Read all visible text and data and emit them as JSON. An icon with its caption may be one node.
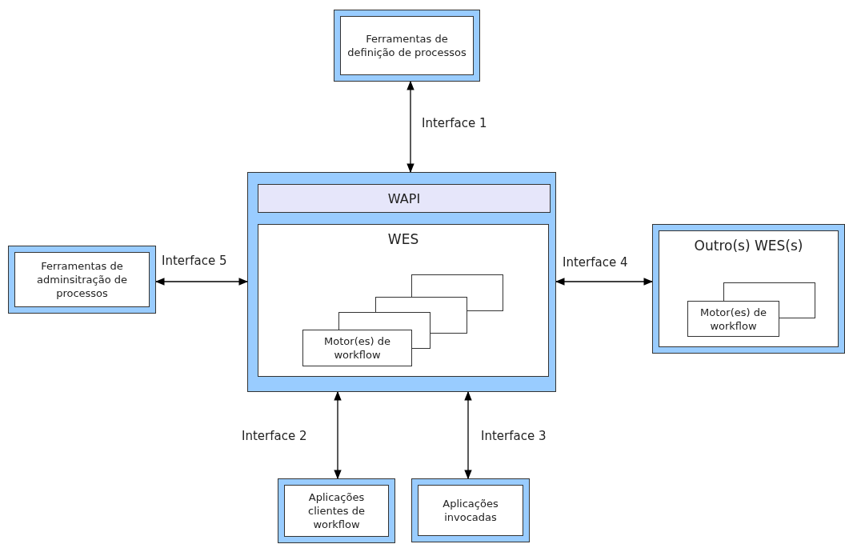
{
  "diagram": {
    "nodes": [
      {
        "text": [
          "Ferramentas de definição de processos"
        ]
      },
      {
        "text": [],
        "shape": "box"
      },
      {
        "text": [
          "WAPI"
        ],
        "in": 1
      },
      {
        "text": [
          "WES"
        ],
        "in": 1
      },
      {
        "text": [
          "Motor(es) de workflow"
        ],
        "in": 3
      },
      {
        "text": [
          "Ferramentas de adminsitração de processos"
        ]
      },
      {
        "text": [
          "Outro(s) WES(s)"
        ]
      },
      {
        "text": [
          "Motor(es) de workflow"
        ],
        "in": 6
      },
      {
        "text": [
          "Aplicações clientes de workflow"
        ]
      },
      {
        "text": [
          "Aplicações invocadas"
        ]
      }
    ],
    "edges": [
      {
        "from": 0,
        "to": 1,
        "arrow": "both",
        "label": "Interface 1"
      },
      {
        "from": 5,
        "to": 1,
        "arrow": "both",
        "label": "Interface 5"
      },
      {
        "from": 1,
        "to": 6,
        "arrow": "both",
        "label": "Interface 4"
      },
      {
        "from": 1,
        "to": 8,
        "arrow": "both",
        "label": "Interface 2"
      },
      {
        "from": 1,
        "to": 9,
        "arrow": "both",
        "label": "Interface 3"
      }
    ]
  }
}
